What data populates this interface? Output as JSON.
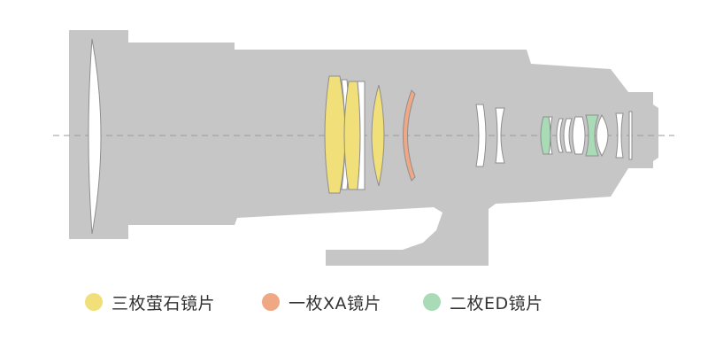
{
  "colors": {
    "background": "#ffffff",
    "lens_body": "#c6c6c6",
    "lens_body_inner": "#b9b9b9",
    "standard_element": "#ffffff",
    "fluorite": "#f1e079",
    "xa": "#f0a784",
    "ed": "#a9dbb6",
    "optical_axis": "#9a9a9a"
  },
  "legend": {
    "fluorite": {
      "label": "三枚萤石镜片",
      "icon": "yellow-dot-icon"
    },
    "xa": {
      "label": "一枚XA镜片",
      "icon": "orange-dot-icon"
    },
    "ed": {
      "label": "二枚ED镜片",
      "icon": "green-dot-icon"
    }
  }
}
